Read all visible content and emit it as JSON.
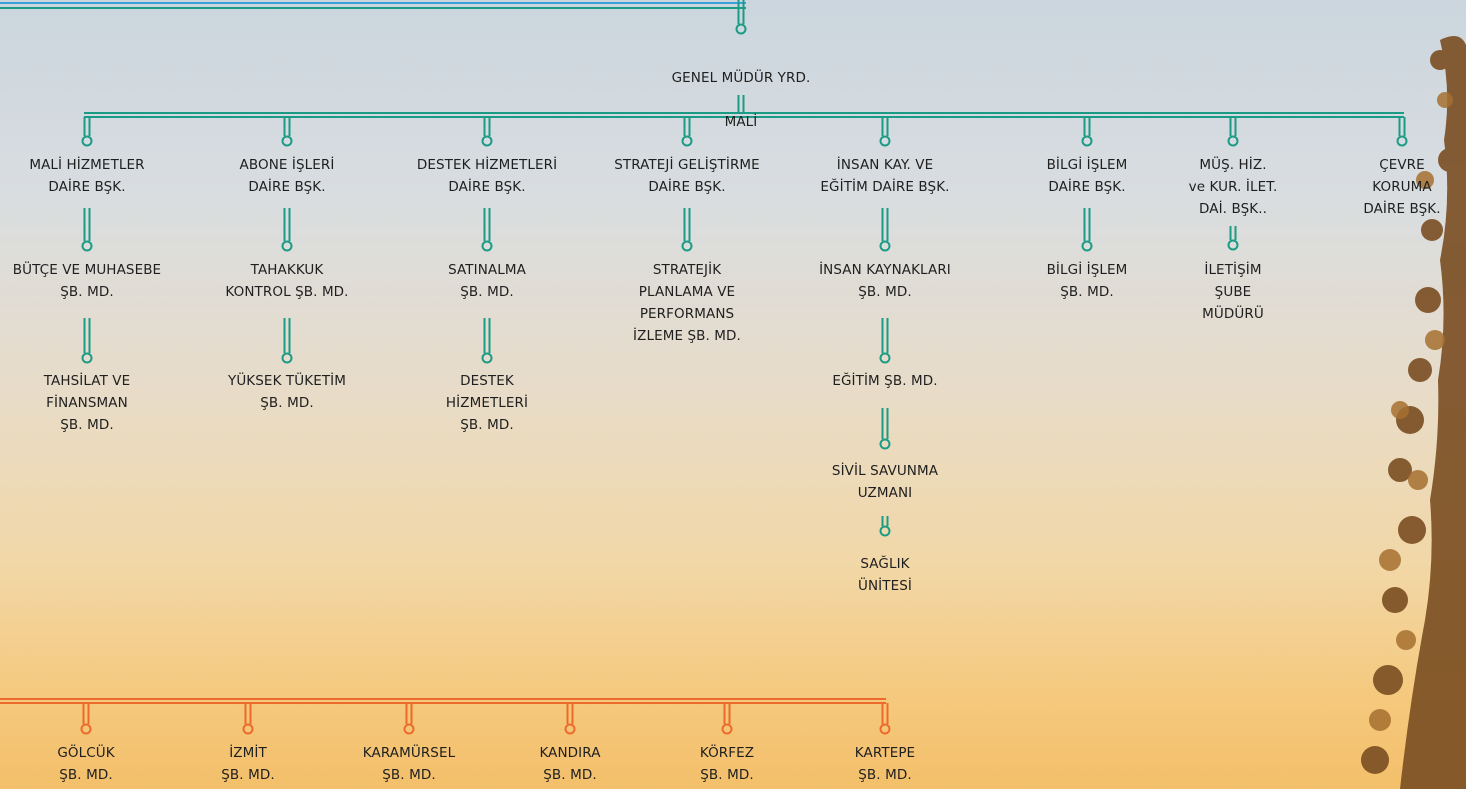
{
  "title": {
    "line1": "GENEL MÜDÜR YRD.",
    "line2": "MALİ"
  },
  "departments": [
    {
      "name": "MALİ HİZMETLER\nDAİRE BŞK.",
      "units": [
        "BÜTÇE VE MUHASEBE\nŞB. MD.",
        "TAHSİLAT VE\nFİNANSMAN\nŞB. MD."
      ]
    },
    {
      "name": "ABONE İŞLERİ\nDAİRE BŞK.",
      "units": [
        "TAHAKKUK\nKONTROL ŞB. MD.",
        "YÜKSEK TÜKETİM\nŞB. MD."
      ]
    },
    {
      "name": "DESTEK HİZMETLERİ\nDAİRE BŞK.",
      "units": [
        "SATINALMA\nŞB. MD.",
        "DESTEK\nHİZMETLERİ\nŞB. MD."
      ]
    },
    {
      "name": "STRATEJİ GELİŞTİRME\nDAİRE BŞK.",
      "units": [
        "STRATEJİK\nPLANLAMA VE\nPERFORMANS\nİZLEME ŞB. MD."
      ]
    },
    {
      "name": "İNSAN KAY. VE\nEĞİTİM DAİRE BŞK.",
      "units": [
        "İNSAN KAYNAKLARI\nŞB. MD.",
        "EĞİTİM ŞB. MD.",
        "SİVİL SAVUNMA\nUZMANI",
        "SAĞLIK\nÜNİTESİ"
      ]
    },
    {
      "name": "BİLGİ İŞLEM\nDAİRE BŞK.",
      "units": [
        "BİLGİ İŞLEM\nŞB. MD."
      ]
    },
    {
      "name": "MÜŞ. HİZ.\nve KUR. İLET.\nDAİ. BŞK..",
      "units": [
        "İLETİŞİM\nŞUBE\nMÜDÜRÜ"
      ]
    },
    {
      "name": "ÇEVRE\nKORUMA\nDAİRE BŞK.",
      "units": []
    }
  ],
  "branches": [
    "GÖLCÜK\nŞB. MD.",
    "İZMİT\nŞB. MD.",
    "KARAMÜRSEL\nŞB. MD.",
    "KANDIRA\nŞB. MD.",
    "KÖRFEZ\nŞB. MD.",
    "KARTEPE\nŞB. MD."
  ],
  "colors": {
    "teal": "#1a9b85",
    "blue": "#3aa0dc",
    "orange": "#ec6a2b",
    "text": "#1f1f1f"
  },
  "icons": {
    "tree": "autumn-tree-icon"
  }
}
